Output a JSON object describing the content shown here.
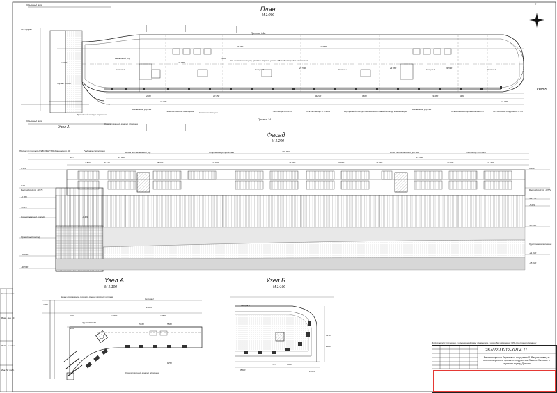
{
  "plan": {
    "title": "План",
    "scale": "М 1:200",
    "labels": {
      "existing_wall_top": "Объёмный пирс",
      "existing_wall_bottom": "Объёмный пирс",
      "culvert": "Ось трубы",
      "trench_top": "Прочник 14А",
      "trench_bottom": "Прочник 14",
      "axis_note": "Ось подпорного пирса, средние морские устоя и Выход из гор. для откатника",
      "turn_a": "Узел А",
      "turn_b": "Узел Б",
      "pipe": "Труба ТСО-63",
      "section1": "Секция 1",
      "section3": "Секция 3",
      "section4": "Секция 4",
      "section5": "Секция 5",
      "section6": "Секция 6",
      "outlet1": "Выдвижной угр",
      "outlet2": "Выдвижной угр №2",
      "outlet3": "Выдвижной угр №1",
      "pump1": "Насосная станция",
      "tech1": "Технологическое помещение",
      "stair": "Лестница 1ПС9-2Н",
      "axis_a": "Ось лестницы 1ПС9-2Н",
      "service": "Внутренний контур компенсации",
      "comp": "Главный контур компенсации",
      "axis_b": "Ось Вудения сооружения МФК-ЛТ",
      "axis_c": "Ось Вудения сооружения ЛТ-3",
      "new_line": "Проектный контур строения",
      "existing_line": "Существующий контур прочника",
      "compass": "C"
    },
    "dims": {
      "d1": "11940",
      "d2": "24 580",
      "d3": "24 580",
      "d4": "24 580",
      "d5": "23 580",
      "d6": "24 580",
      "d7": "5000",
      "d8": "24 580",
      "d9": "44 230",
      "d10": "9600",
      "d11": "19 480",
      "d12": "5400",
      "d13": "11 970",
      "d14": "16 000",
      "d15": "2600",
      "d16": "10 750"
    }
  },
  "facade": {
    "title": "Фасад",
    "scale": "М 1:200",
    "labels": {
      "pier_top": "Причал по боковой (КЭВ)/(ФЭР 500 для нижнего КК)",
      "beam": "Тумбовое сооружение",
      "outlet_a": "Ниша под Выдвижной угр",
      "outlet_b": "Ниша под Выдвижной угр №1",
      "struct": "Сооружение устройства",
      "stair": "Лестница 1ПС9-2Н",
      "existing": "Существующий контур",
      "project": "Проектный контур",
      "bottom_note": "Грунтовое заполнение",
      "level1": "Балтийский пр. 1977г.",
      "level2": "Балтийский пр. 1977г."
    },
    "dims": {
      "total": "116 780",
      "a": "8875",
      "b": "11 600",
      "c": "25 010",
      "d": "24 560",
      "e": "24 560",
      "f": "23 560",
      "g": "24 560",
      "h": "19 480",
      "i": "12 600",
      "j": "21 750",
      "k": "5 440",
      "l": "3 850"
    },
    "levels": {
      "top": "3.180",
      "mid1": "0.00",
      "mid2": "-0.780",
      "mid3": "-5.020",
      "mid4": "-9.400",
      "low": "-20.530",
      "deep": "-30.530",
      "r1": "3.180",
      "r2": "-12.750",
      "r3": "-5.020",
      "r4": "-15.000",
      "r5": "-21.530",
      "r6": "-35.530"
    }
  },
  "node_a": {
    "title": "Узел А",
    "scale": "М 1:100",
    "labels": {
      "axis": "Ниже стержневое пирса со средне морским устоем",
      "section": "Секция 1",
      "pipe": "Труба ТСО-63",
      "contour": "Существующий контур прочника"
    },
    "dims": {
      "a": "25010",
      "b": "12800",
      "c": "11800",
      "d": "5160",
      "e": "5560",
      "f": "6250",
      "g": "2210",
      "h": "3820",
      "i": "1000"
    }
  },
  "node_b": {
    "title": "Узел Б",
    "scale": "М 1:100",
    "labels": {
      "section": "Секция 6"
    },
    "dims": {
      "a": "28000",
      "b": "2775",
      "c": "3000",
      "d": "11970",
      "e": "4150",
      "f": "2600"
    }
  },
  "title_block": {
    "note": "Допускается уточнение и изменение формы элементов в связи без изменения ЛРУ при проектировании",
    "code": "267/22-ГК/12-КР.04.11",
    "description": "Реконструкция береговых сооружений. Рекультивация военно-морского причала сооружения Зазино-Колючие в морском порту Данило"
  },
  "side_stamps": {
    "s1": "Согласовано",
    "s2": "Взам. инв. №",
    "s3": "Подп. и дата",
    "s4": "Инв. № подл."
  },
  "colors": {
    "ink": "#1a1a1a",
    "hatch": "#555555",
    "soil": "#cfcfcf",
    "stamp_red": "#e53935"
  }
}
